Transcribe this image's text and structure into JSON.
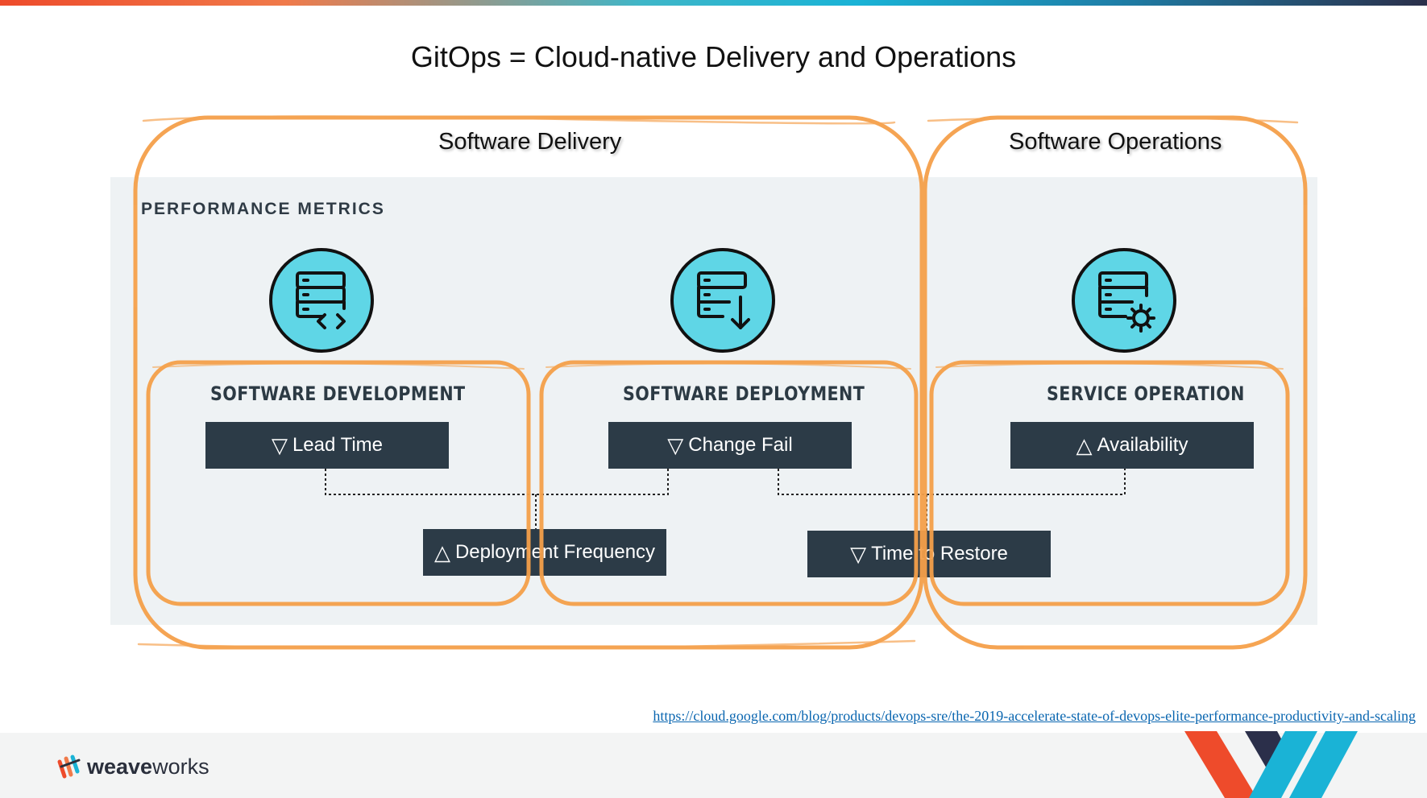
{
  "title": "GitOps = Cloud-native Delivery and Operations",
  "sections": {
    "delivery": "Software Delivery",
    "operations": "Software Operations"
  },
  "metrics_label": "PERFORMANCE METRICS",
  "groups": {
    "development": {
      "title": "SOFTWARE DEVELOPMENT",
      "icon": "server-code-icon"
    },
    "deployment": {
      "title": "SOFTWARE DEPLOYMENT",
      "icon": "server-download-icon"
    },
    "operation": {
      "title": "SERVICE OPERATION",
      "icon": "server-gear-icon"
    }
  },
  "metrics": {
    "lead_time": {
      "label": "Lead Time",
      "symbol": "▽"
    },
    "change_fail": {
      "label": "Change Fail",
      "symbol": "▽"
    },
    "availability": {
      "label": "Availability",
      "symbol": "△"
    },
    "deployment_frequency": {
      "label": "Deployment Frequency",
      "symbol": "△"
    },
    "time_to_restore": {
      "label": "Time to Restore",
      "symbol": "▽"
    }
  },
  "link": "https://cloud.google.com/blog/products/devops-sre/the-2019-accelerate-state-of-devops-elite-performance-productivity-and-scaling",
  "brand": {
    "name_bold": "weave",
    "name_regular": "works"
  },
  "colors": {
    "accent_orange": "#f5a04a",
    "icon_cyan": "#5fd6e6",
    "metric_box": "#2c3b47",
    "panel_bg": "#eef2f4"
  }
}
